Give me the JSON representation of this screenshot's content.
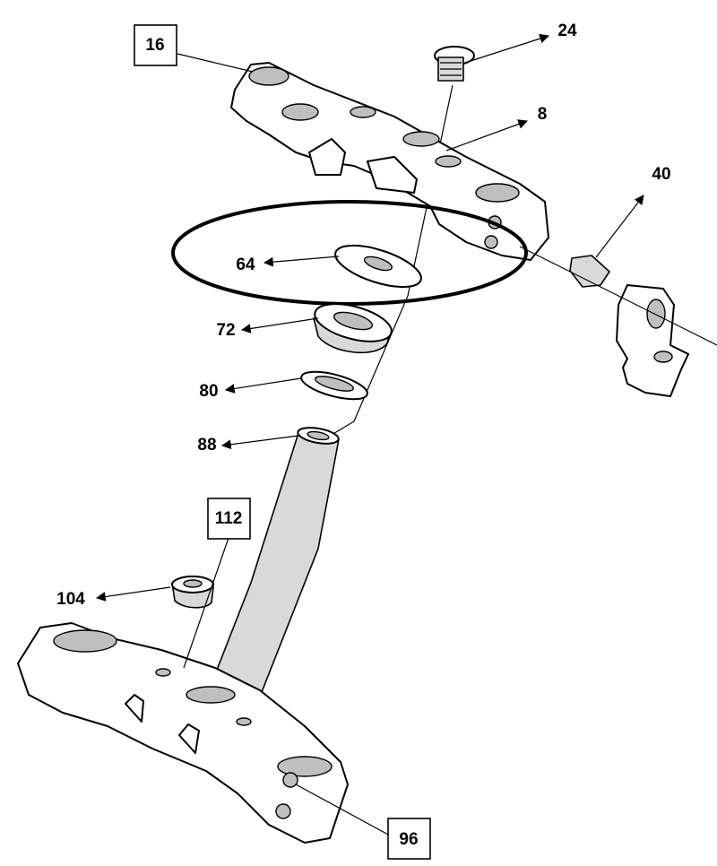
{
  "diagram": {
    "type": "exploded-parts-view",
    "highlight_color": "#000000",
    "callouts": [
      {
        "id": "16",
        "boxed": true
      },
      {
        "id": "24",
        "boxed": false
      },
      {
        "id": "8",
        "boxed": false
      },
      {
        "id": "40",
        "boxed": false
      },
      {
        "id": "64",
        "boxed": false,
        "highlighted": true
      },
      {
        "id": "72",
        "boxed": false
      },
      {
        "id": "80",
        "boxed": false
      },
      {
        "id": "88",
        "boxed": false
      },
      {
        "id": "112",
        "boxed": true
      },
      {
        "id": "104",
        "boxed": false
      },
      {
        "id": "96",
        "boxed": true
      }
    ]
  }
}
